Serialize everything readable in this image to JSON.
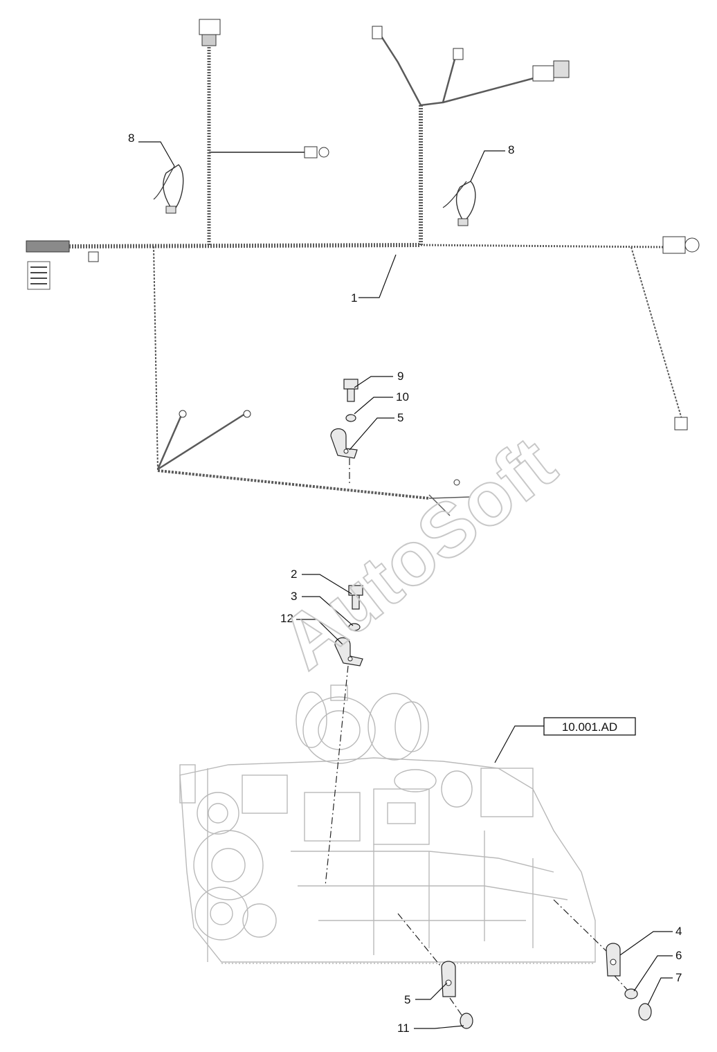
{
  "callouts": {
    "c1": "1",
    "c2": "2",
    "c3": "3",
    "c4": "4",
    "c5a": "5",
    "c5b": "5",
    "c6": "6",
    "c7": "7",
    "c8a": "8",
    "c8b": "8",
    "c9": "9",
    "c10": "10",
    "c11": "11",
    "c12": "12"
  },
  "reference": {
    "label": "10.001.AD"
  },
  "watermark": {
    "text": "AutoSoft"
  },
  "colors": {
    "line": "#111111",
    "harness": "#5a5a5a",
    "engine": "#b9b9b9",
    "watermark": "#c8c8c8"
  }
}
